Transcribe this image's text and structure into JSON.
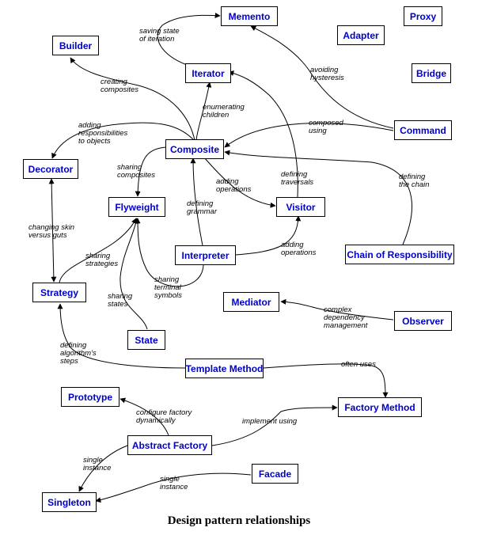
{
  "caption": "Design pattern relationships",
  "colors": {
    "node_text": "#0000c8",
    "line": "#000000"
  },
  "nodes": {
    "memento": "Memento",
    "proxy": "Proxy",
    "builder": "Builder",
    "adapter": "Adapter",
    "iterator": "Iterator",
    "bridge": "Bridge",
    "command": "Command",
    "composite": "Composite",
    "decorator": "Decorator",
    "flyweight": "Flyweight",
    "visitor": "Visitor",
    "interpreter": "Interpreter",
    "chain_of_responsibility": "Chain of Responsibility",
    "strategy": "Strategy",
    "mediator": "Mediator",
    "observer": "Observer",
    "state": "State",
    "template_method": "Template Method",
    "prototype": "Prototype",
    "factory_method": "Factory Method",
    "abstract_factory": "Abstract Factory",
    "facade": "Facade",
    "singleton": "Singleton"
  },
  "edge_labels": {
    "saving_state": "saving state\nof iteration",
    "avoiding_hysteresis": "avoiding\nhysteresis",
    "creating_composites": "creating\ncomposites",
    "enumerating_children": "enumerating\nchildren",
    "adding_responsibilities": "adding\nresponsibilities\nto objects",
    "composed_using": "composed\nusing",
    "sharing_composites": "sharing\ncomposites",
    "adding_operations_composite": "adding\noperations",
    "defining_traversals": "defining\ntraversals",
    "defining_the_chain": "defining\nthe chain",
    "changing_skin": "changing skin\nversus guts",
    "defining_grammar": "defining\ngrammar",
    "sharing_strategies": "sharing\nstrategies",
    "adding_operations_interpreter": "adding\noperations",
    "sharing_terminal_symbols": "sharing\nterminal\nsymbols",
    "sharing_states": "sharing\nstates",
    "complex_dependency": "complex\ndependency\nmanagement",
    "defining_algorithms_steps": "defining\nalgorithm's\nsteps",
    "often_uses": "often uses",
    "configure_factory": "configure factory\ndynamically",
    "implement_using": "implement using",
    "single_instance_af": "single\ninstance",
    "single_instance_facade": "single\ninstance"
  }
}
